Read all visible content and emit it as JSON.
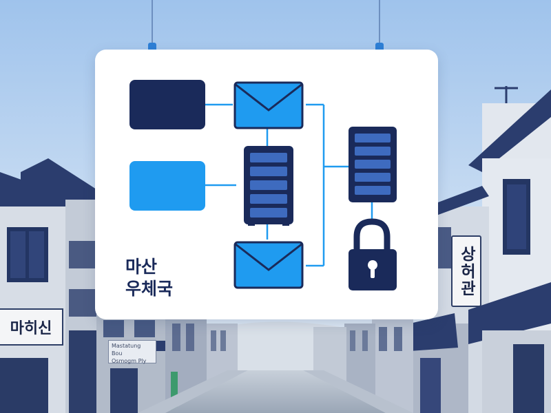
{
  "palette": {
    "sky_top": "#9fc3ec",
    "sky_bottom": "#e6eef7",
    "navy": "#1a2a5a",
    "blue": "#1f9bf0",
    "connector": "#1f9bf0",
    "board": "#ffffff"
  },
  "board": {
    "title_line1": "마산",
    "title_line2": "우체국",
    "icons": [
      "navy-panel-icon",
      "blue-panel-icon",
      "envelope-icon",
      "server-icon",
      "envelope-icon",
      "server-icon",
      "padlock-icon"
    ]
  },
  "signs": {
    "left": "마히신",
    "right": "상허관",
    "small_line1": "Mastatung Bou",
    "small_line2": "Osmogm Ply"
  }
}
